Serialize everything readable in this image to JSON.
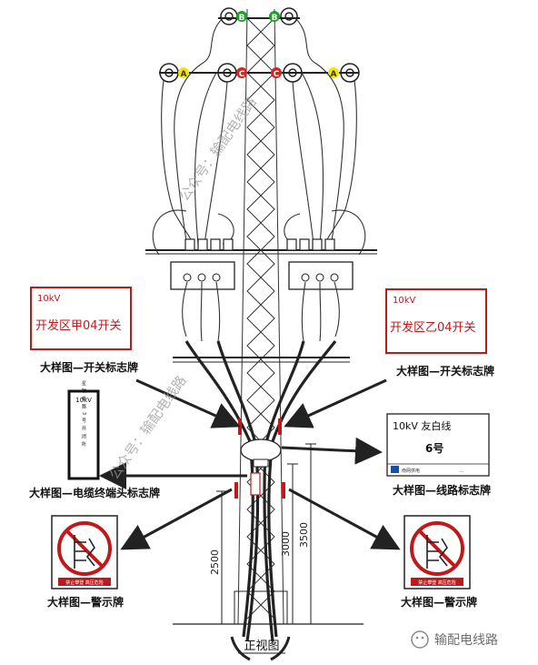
{
  "phases": {
    "a": "A",
    "b": "B",
    "c": "C"
  },
  "signs": {
    "switch_left": {
      "voltage": "10kV",
      "name": "开发区甲04开关"
    },
    "switch_right": {
      "voltage": "10kV",
      "name": "开发区乙04开关"
    },
    "cable_tag": {
      "voltage": "10kV",
      "vertical_text": "星 联 新 路 3 号 开 闭 所"
    },
    "line_tag": {
      "voltage_line": "10kV  友白线",
      "number": "6号",
      "footer_left": "南网供电",
      "footer_right": "…"
    }
  },
  "captions": {
    "switch_left": "大样图—开关标志牌",
    "switch_right": "大样图—开关标志牌",
    "cable": "大样图—电缆终端头标志牌",
    "line": "大样图—线路标志牌",
    "warn_left": "大样图—警示牌",
    "warn_right": "大样图—警示牌",
    "front_view": "正视图"
  },
  "warning_sign_text": "禁止攀登  高压危险",
  "dimensions": {
    "d1": "2500",
    "d2": "3000",
    "d3": "3500"
  },
  "watermark": {
    "diagonal": "公众号：输配电线路",
    "logo_text": "输配电线路"
  },
  "colors": {
    "phase_yellow": "#f2e600",
    "phase_green": "#1fa02a",
    "phase_red": "#d8231f",
    "sign_red": "#c0191c",
    "line": "#222222"
  }
}
